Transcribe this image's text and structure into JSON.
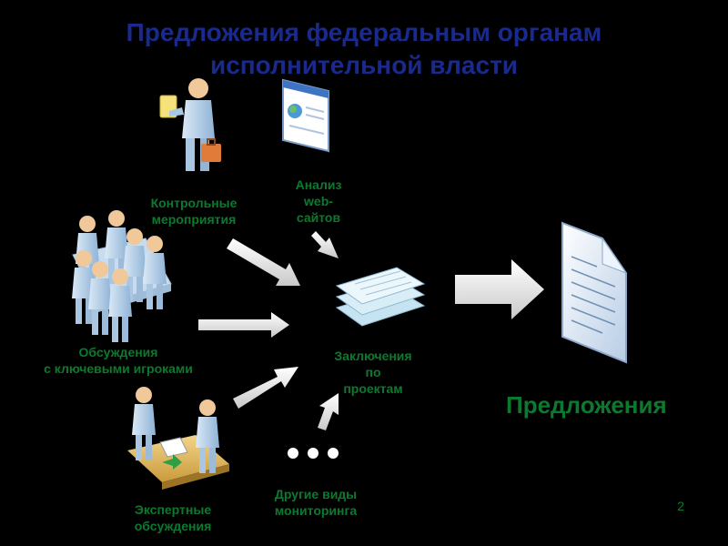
{
  "title": {
    "line1": "Предложения федеральным органам",
    "line2": "исполнительной власти"
  },
  "labels": {
    "control": {
      "line1": "Контрольные",
      "line2": "мероприятия"
    },
    "web": {
      "line1": "Анализ",
      "line2": "web-",
      "line3": "сайтов"
    },
    "discussions": {
      "line1": "Обсуждения",
      "line2": "с ключевыми игроками"
    },
    "conclusions": {
      "line1": "Заключения",
      "line2": "по",
      "line3": "проектам"
    },
    "expert": {
      "line1": "Экспертные",
      "line2": "обсуждения"
    },
    "other": {
      "line1": "Другие виды",
      "line2": "мониторинга"
    },
    "output": "Предложения",
    "page_number": "2",
    "ellipsis": "..."
  },
  "colors": {
    "title": "#1a2a8c",
    "label": "#0b7a2e",
    "person": "#b9d3ea",
    "arrow": "#f2f2f2",
    "paper": "#d8eef7",
    "document": "#d5e3f3"
  }
}
